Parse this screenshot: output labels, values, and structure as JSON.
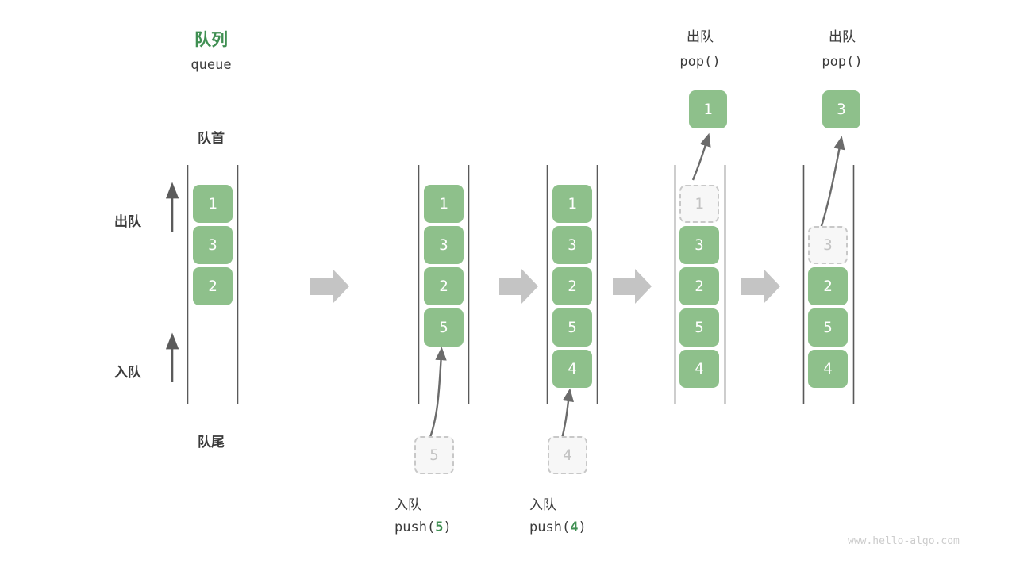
{
  "diagram": {
    "title_cn": "队列",
    "title_en": "queue",
    "front_label": "队首",
    "rear_label": "队尾",
    "dequeue_axis_label": "出队",
    "enqueue_axis_label": "入队",
    "accent_green": "#3f8f52",
    "cell_green": "#8ec08b",
    "ghost_gray": "#c3c3c3",
    "rail_gray": "#595959",
    "step_arrow_gray": "#c4c4c4",
    "watermark": "www.hello-algo.com"
  },
  "steps": [
    {
      "id": "initial",
      "op_cn": "",
      "op_code": "",
      "cells": [
        "1",
        "3",
        "2"
      ],
      "ghost_index": -1,
      "incoming": null,
      "popped": null
    },
    {
      "id": "push-5",
      "op_cn": "入队",
      "op_code_prefix": "push(",
      "op_code_arg": "5",
      "op_code_suffix": ")",
      "cells": [
        "1",
        "3",
        "2",
        "5"
      ],
      "ghost_index": -1,
      "incoming": "5",
      "popped": null
    },
    {
      "id": "push-4",
      "op_cn": "入队",
      "op_code_prefix": "push(",
      "op_code_arg": "4",
      "op_code_suffix": ")",
      "cells": [
        "1",
        "3",
        "2",
        "5",
        "4"
      ],
      "ghost_index": -1,
      "incoming": "4",
      "popped": null
    },
    {
      "id": "pop-1",
      "op_cn": "出队",
      "op_code_prefix": "pop(",
      "op_code_arg": "",
      "op_code_suffix": ")",
      "cells": [
        "1",
        "3",
        "2",
        "5",
        "4"
      ],
      "ghost_index": 0,
      "incoming": null,
      "popped": "1"
    },
    {
      "id": "pop-3",
      "op_cn": "出队",
      "op_code_prefix": "pop(",
      "op_code_arg": "",
      "op_code_suffix": ")",
      "cells": [
        "3",
        "2",
        "5",
        "4"
      ],
      "ghost_index": 0,
      "incoming": null,
      "popped": "3"
    }
  ],
  "cells": {
    "s1": {
      "c0": "1",
      "c1": "3",
      "c2": "2"
    },
    "s2": {
      "c0": "1",
      "c1": "3",
      "c2": "2",
      "c3": "5",
      "in": "5"
    },
    "s3": {
      "c0": "1",
      "c1": "3",
      "c2": "2",
      "c3": "5",
      "c4": "4",
      "in": "4"
    },
    "s4": {
      "c0": "1",
      "c1": "3",
      "c2": "2",
      "c3": "5",
      "c4": "4",
      "out": "1"
    },
    "s5": {
      "c0": "3",
      "c1": "2",
      "c2": "5",
      "c3": "4",
      "out": "3"
    }
  },
  "op_labels": {
    "push5_cn": "入队",
    "push5_code_pre": "push(",
    "push5_code_arg": "5",
    "push5_code_post": ")",
    "push4_cn": "入队",
    "push4_code_pre": "push(",
    "push4_code_arg": "4",
    "push4_code_post": ")",
    "pop1_cn": "出队",
    "pop1_code": "pop()",
    "pop2_cn": "出队",
    "pop2_code": "pop()"
  }
}
